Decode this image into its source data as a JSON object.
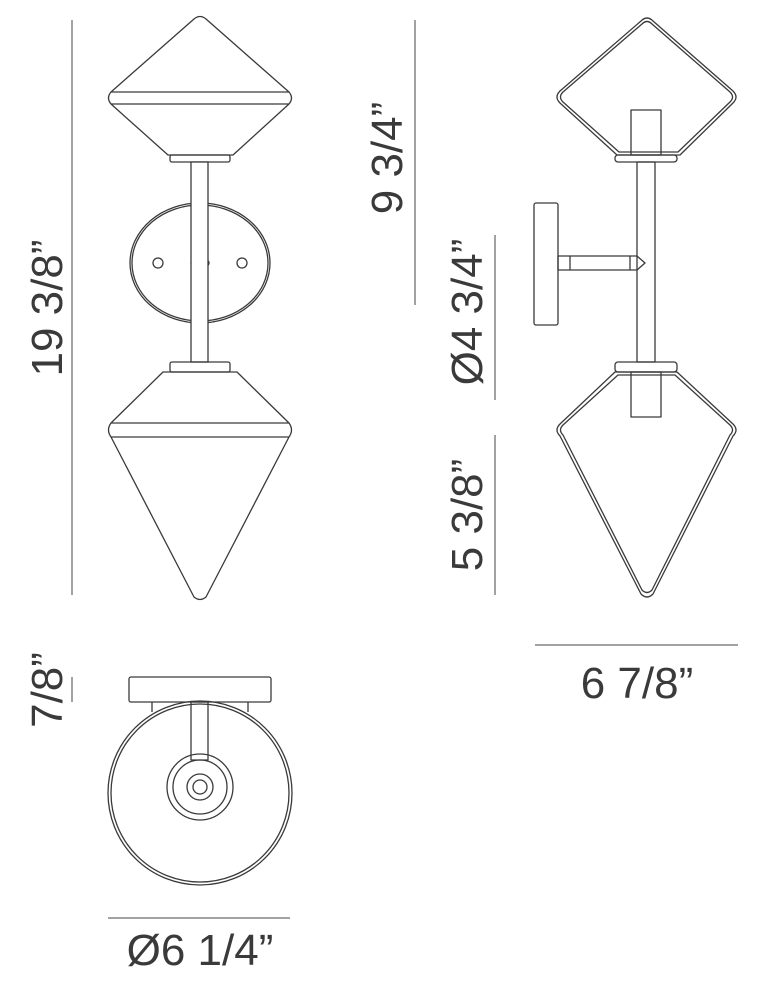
{
  "dimensions": {
    "overall_height": "19 3/8”",
    "upper_height": "9 3/4”",
    "backplate_diameter": "Ø4 3/4”",
    "lower_height": "5 3/8”",
    "extension": "6 7/8”",
    "backplate_depth": "7/8”",
    "shade_diameter": "Ø6 1/4”"
  },
  "colors": {
    "line": "#3a3a3a",
    "background": "#ffffff"
  }
}
